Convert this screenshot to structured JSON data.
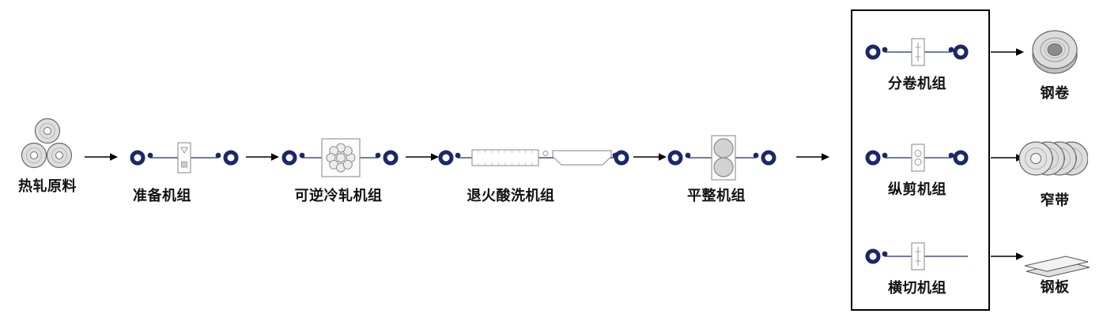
{
  "flow": {
    "input": {
      "label": "热轧原料"
    },
    "stages": [
      {
        "label": "准备机组"
      },
      {
        "label": "可逆冷轧机组"
      },
      {
        "label": "退火酸洗机组"
      },
      {
        "label": "平整机组"
      }
    ],
    "finishing": [
      {
        "label": "分卷机组",
        "output_label": "钢卷"
      },
      {
        "label": "纵剪机组",
        "output_label": "窄带"
      },
      {
        "label": "横切机组",
        "output_label": "钢板"
      }
    ]
  },
  "colors": {
    "coil_navy": "#1b2766",
    "machine_outline": "#999999",
    "line_navy": "#46507e",
    "arrow": "#000000",
    "box_border": "#000000"
  }
}
